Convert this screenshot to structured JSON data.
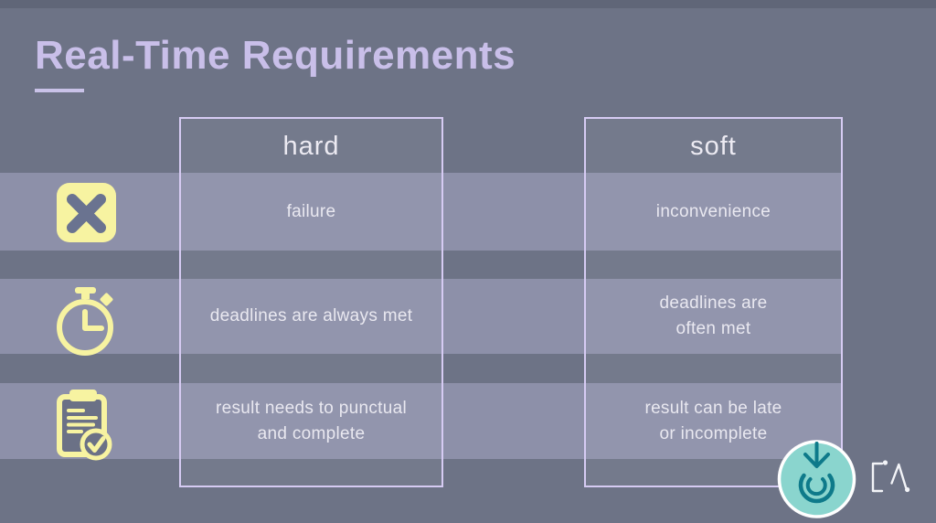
{
  "slide": {
    "title": "Real-Time Requirements",
    "table": {
      "columns": [
        {
          "key": "hard",
          "label": "hard"
        },
        {
          "key": "soft",
          "label": "soft"
        }
      ],
      "rows": [
        {
          "icon": "cross-icon",
          "hard": "failure",
          "soft": "inconvenience"
        },
        {
          "icon": "stopwatch-icon",
          "hard": "deadlines are always met",
          "soft": "deadlines are\noften met"
        },
        {
          "icon": "clipboard-check-icon",
          "hard": "result needs to punctual\nand complete",
          "soft": "result can be late\nor incomplete"
        }
      ]
    }
  },
  "footer": {
    "download_button_icon": "arrow-into-circle-download-icon",
    "logo_icon": "bracket-lambda-logo"
  },
  "colors": {
    "background": "#6d7386",
    "row_band": "#8d90a9",
    "title": "#c9bfe9",
    "box_border": "#d6cbf3",
    "text": "#eceaf2",
    "icon_yellow": "#f7f3a1",
    "icon_glyph_slate": "#6a7390",
    "badge_teal_fill": "#8ad5ce",
    "badge_teal_glyph": "#0e7a8a"
  }
}
